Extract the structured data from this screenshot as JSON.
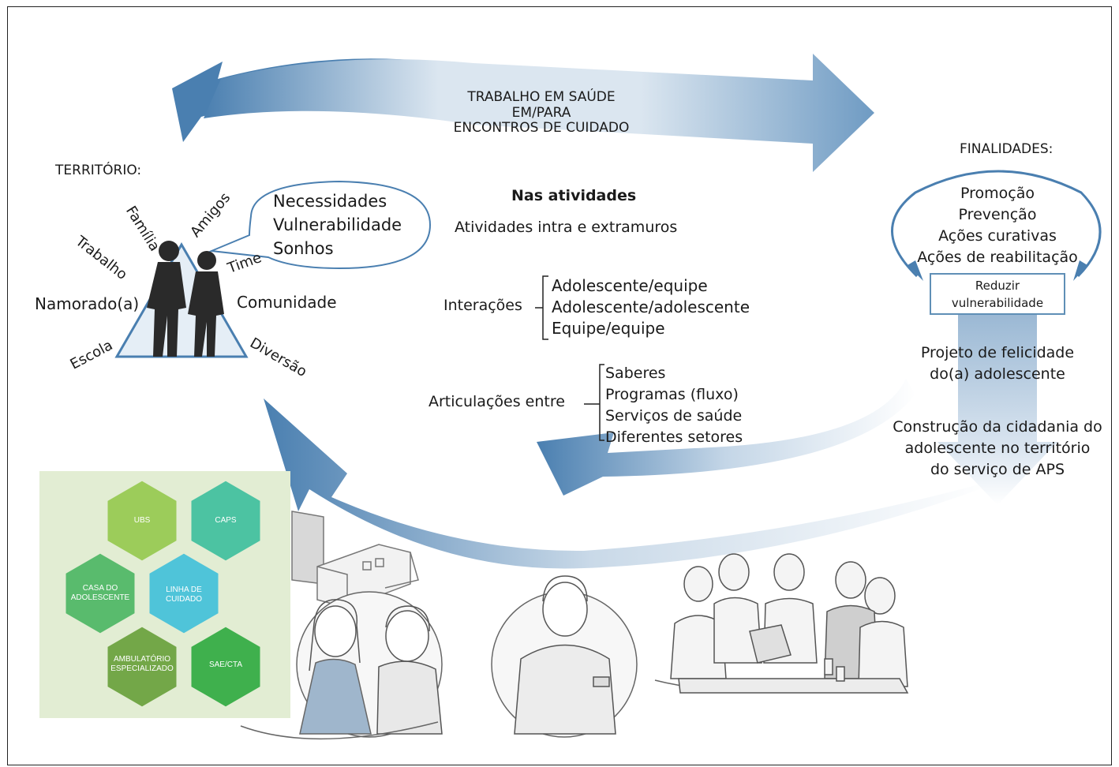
{
  "center_arrow": {
    "lines": [
      "TRABALHO EM SAÚDE",
      "EM/PARA",
      "ENCONTROS DE CUIDADO"
    ]
  },
  "territorio": {
    "heading": "TERRITÓRIO:",
    "words": {
      "familia": "Família",
      "amigos": "Amigos",
      "trabalho": "Trabalho",
      "time": "Time",
      "namorado": "Namorado(a)",
      "comunidade": "Comunidade",
      "escola": "Escola",
      "diversao": "Diversão"
    },
    "bubble": [
      "Necessidades",
      "Vulnerabilidade",
      "Sonhos"
    ]
  },
  "atividades": {
    "title": "Nas atividades",
    "subtitle": "Atividades intra e extramuros",
    "interacoes": {
      "label": "Interações",
      "items": [
        "Adolescente/equipe",
        "Adolescente/adolescente",
        "Equipe/equipe"
      ]
    },
    "articulacoes": {
      "label": "Articulações entre",
      "items": [
        "Saberes",
        "Programas (fluxo)",
        "Serviços de saúde",
        "Diferentes setores"
      ]
    }
  },
  "finalidades": {
    "heading": "FINALIDADES:",
    "items": [
      "Promoção",
      "Prevenção",
      "Ações curativas",
      "Ações de reabilitação"
    ],
    "box": [
      "Reduzir",
      "vulnerabilidade"
    ],
    "projeto": [
      "Projeto de felicidade",
      "do(a) adolescente"
    ],
    "construcao": [
      "Construção da cidadania do",
      "adolescente no território",
      "do serviço de APS"
    ]
  },
  "hexagons": {
    "ubs": "UBS",
    "caps": "CAPS",
    "casa": [
      "CASA DO",
      "ADOLESCENTE"
    ],
    "linha": [
      "LINHA DE",
      "CUIDADO"
    ],
    "ambulatorio": [
      "AMBULATÓRIO",
      "ESPECIALIZADO"
    ],
    "sae": "SAE/CTA"
  },
  "colors": {
    "arrow_dark": "#4a7fb0",
    "arrow_light": "#dbe6f0",
    "hex_ubs": "#9ccc5a",
    "hex_caps": "#4cc3a2",
    "hex_casa": "#59bb6d",
    "hex_linha": "#4fc4d9",
    "hex_ambulatorio": "#73a748",
    "hex_sae": "#3fb04d",
    "hex_background": "#e2edd3"
  }
}
